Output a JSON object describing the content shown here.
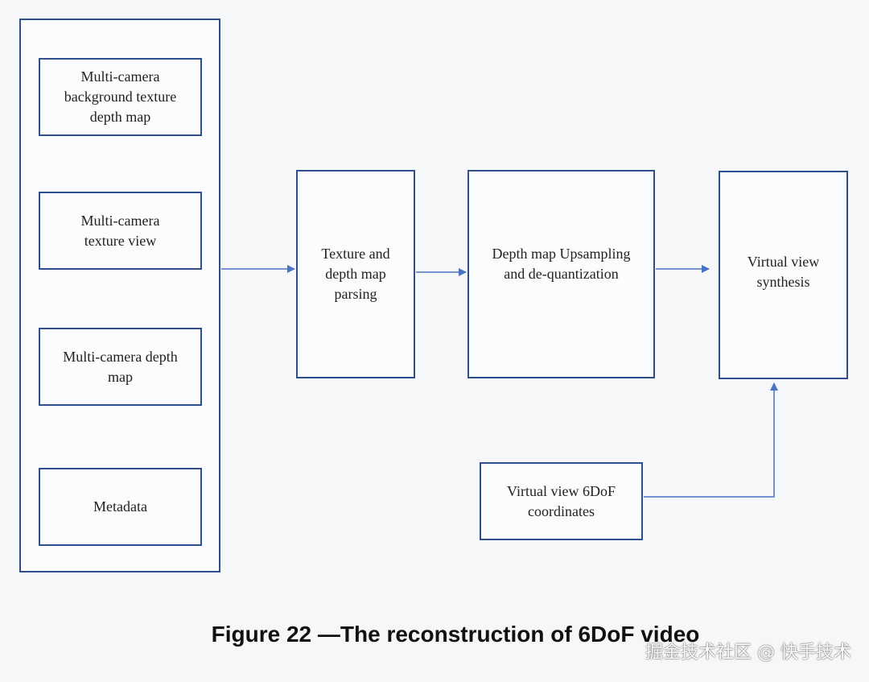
{
  "diagram": {
    "input_group": {
      "items": [
        {
          "label": "Multi-camera\nbackground texture\ndepth map"
        },
        {
          "label": "Multi-camera\ntexture view"
        },
        {
          "label": "Multi-camera depth\nmap"
        },
        {
          "label": "Metadata"
        }
      ]
    },
    "pipeline": {
      "parsing": "Texture and\ndepth map\nparsing",
      "upsampling": "Depth map Upsampling\nand de-quantization",
      "synthesis": "Virtual view\nsynthesis"
    },
    "coordinates": "Virtual view 6DoF\ncoordinates"
  },
  "caption": "Figure 22 —The reconstruction of 6DoF video",
  "watermark": "掘金技术社区 @ 快手技术",
  "colors": {
    "border": "#2f4f8c",
    "arrow": "#4a72c4",
    "background": "#f6f7f9"
  }
}
